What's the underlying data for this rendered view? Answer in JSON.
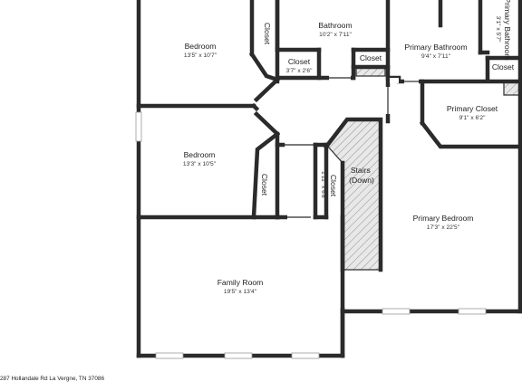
{
  "rooms": [
    {
      "id": "bedroom-1",
      "name": "Bedroom",
      "dims": "13'5\" x 10'7\""
    },
    {
      "id": "closet-1",
      "name": "Closet",
      "dims": ""
    },
    {
      "id": "bathroom",
      "name": "Bathroom",
      "dims": "10'2\" x 7'11\""
    },
    {
      "id": "closet-hall",
      "name": "Closet",
      "dims": "3'7\" x 2'6\""
    },
    {
      "id": "closet-bath",
      "name": "Closet",
      "dims": ""
    },
    {
      "id": "primary-bathroom",
      "name": "Primary Bathroom",
      "dims": "9'4\" x 7'11\""
    },
    {
      "id": "primary-bathroom-2",
      "name": "Primary Bathroom",
      "dims": "3'1\" x 5'7\""
    },
    {
      "id": "closet-primary",
      "name": "Closet",
      "dims": ""
    },
    {
      "id": "primary-closet",
      "name": "Primary Closet",
      "dims": "9'1\" x 6'2\""
    },
    {
      "id": "bedroom-2",
      "name": "Bedroom",
      "dims": "13'3\" x 10'5\""
    },
    {
      "id": "closet-2",
      "name": "Closet",
      "dims": ""
    },
    {
      "id": "closet-3",
      "name": "Closet",
      "dims": "1'11\" x 6'8\""
    },
    {
      "id": "stairs",
      "name": "Stairs\n(Down)",
      "dims": ""
    },
    {
      "id": "primary-bedroom",
      "name": "Primary Bedroom",
      "dims": "17'3\" x 22'5\""
    },
    {
      "id": "family-room",
      "name": "Family Room",
      "dims": "19'5\" x 13'4\""
    }
  ],
  "address": "287 Hollandale Rd La Vergne, TN 37086",
  "colors": {
    "wall": "#2b2b2b",
    "background": "#ffffff",
    "hatch": "#8c8c8c"
  }
}
